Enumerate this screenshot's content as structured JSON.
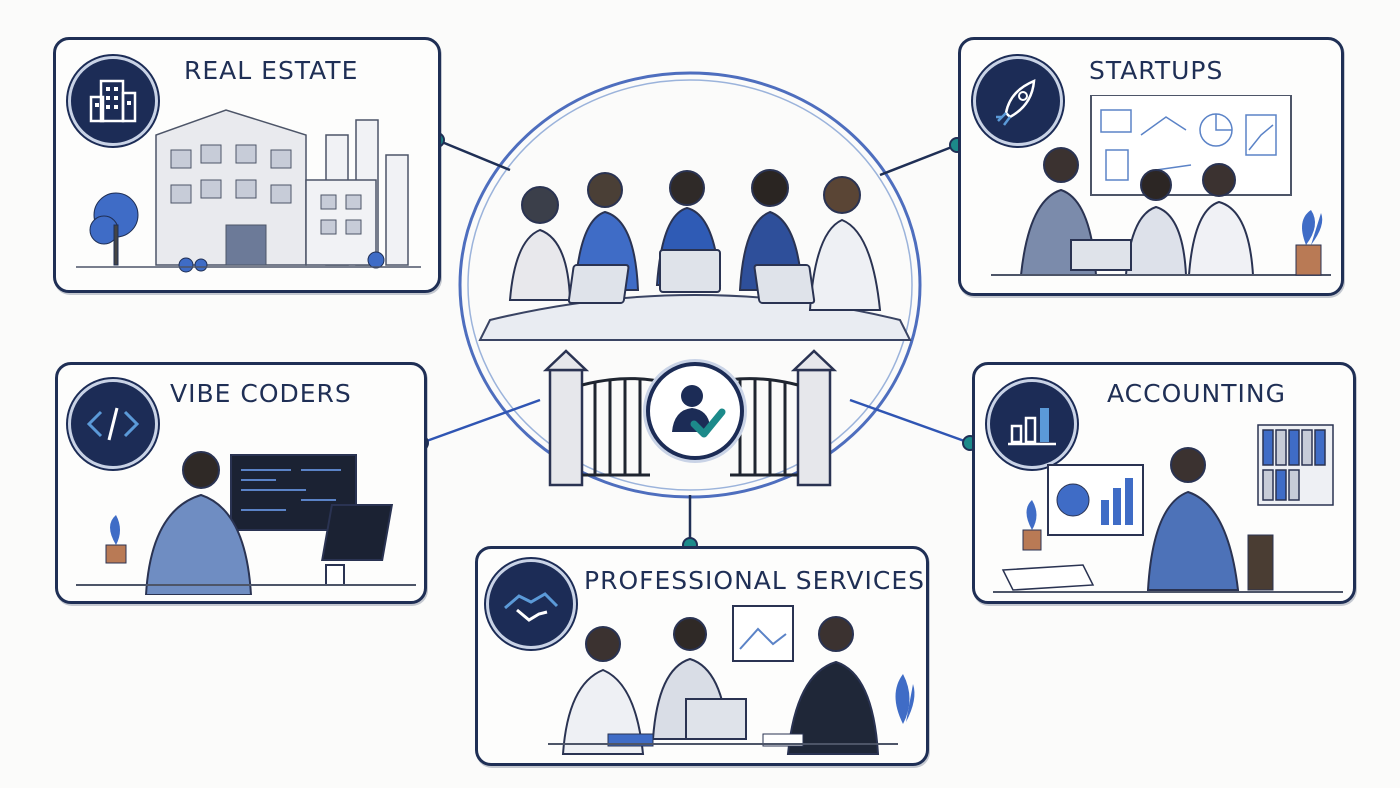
{
  "center": {
    "shield_badge": "person-check-icon"
  },
  "sectors": {
    "real_estate": {
      "title": "REAL ESTATE",
      "icon": "building-icon"
    },
    "startups": {
      "title": "STARTUPS",
      "icon": "rocket-icon"
    },
    "vibe_coders": {
      "title": "VIBE CODERS",
      "icon": "code-icon"
    },
    "accounting": {
      "title": "ACCOUNTING",
      "icon": "bar-chart-icon"
    },
    "professional_services": {
      "title": "PROFESSIONAL SERVICES",
      "icon": "handshake-icon"
    }
  },
  "colors": {
    "navy": "#1f2f55",
    "accent_blue": "#2f55b3",
    "teal": "#1c8a8a",
    "light_blue": "#5b83c7"
  }
}
